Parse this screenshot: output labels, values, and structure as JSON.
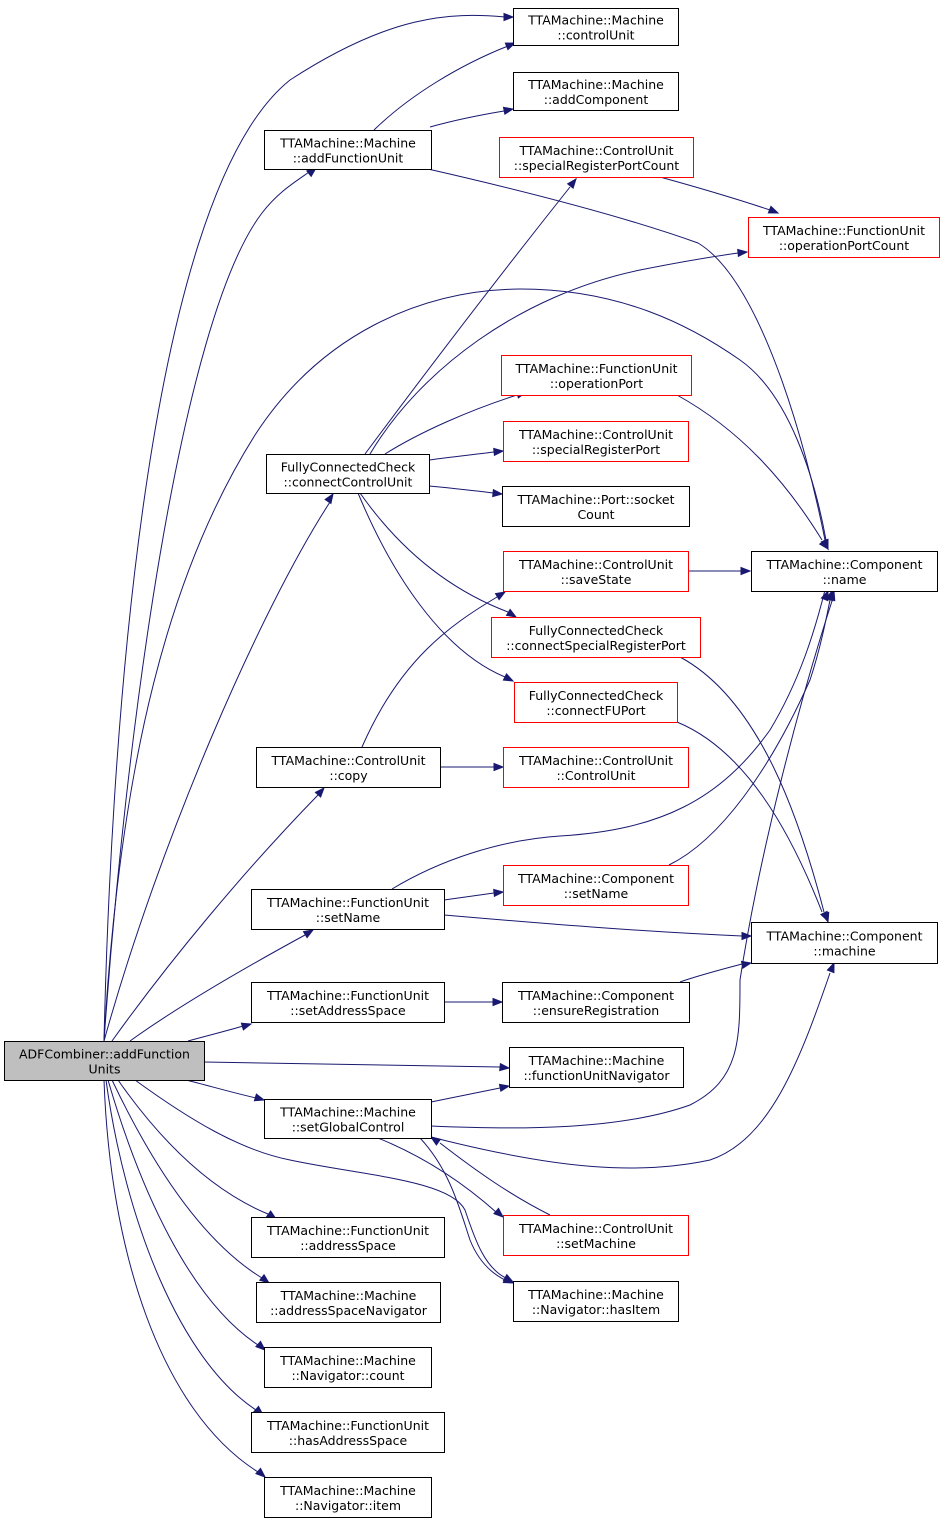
{
  "colors": {
    "edge": "#191970",
    "node_border": "#000000",
    "node_border_truncated": "#ff0000",
    "root_fill": "#bfbfbf",
    "node_fill": "#ffffff"
  },
  "nodes": {
    "root": {
      "l1": "ADFCombiner::addFunction",
      "l2": "Units"
    },
    "m_controlUnit": {
      "l1": "TTAMachine::Machine",
      "l2": "::controlUnit"
    },
    "m_addComponent": {
      "l1": "TTAMachine::Machine",
      "l2": "::addComponent"
    },
    "m_addFunctionUnit": {
      "l1": "TTAMachine::Machine",
      "l2": "::addFunctionUnit"
    },
    "cu_specialRegisterPortCount": {
      "l1": "TTAMachine::ControlUnit",
      "l2": "::specialRegisterPortCount"
    },
    "fu_operationPortCount": {
      "l1": "TTAMachine::FunctionUnit",
      "l2": "::operationPortCount"
    },
    "fu_operationPort": {
      "l1": "TTAMachine::FunctionUnit",
      "l2": "::operationPort"
    },
    "cu_specialRegisterPort": {
      "l1": "TTAMachine::ControlUnit",
      "l2": "::specialRegisterPort"
    },
    "fcc_connectControlUnit": {
      "l1": "FullyConnectedCheck",
      "l2": "::connectControlUnit"
    },
    "port_socketCount": {
      "l1": "TTAMachine::Port::socket",
      "l2": "Count"
    },
    "cu_saveState": {
      "l1": "TTAMachine::ControlUnit",
      "l2": "::saveState"
    },
    "comp_name": {
      "l1": "TTAMachine::Component",
      "l2": "::name"
    },
    "fcc_connectSpecialRegisterPort": {
      "l1": "FullyConnectedCheck",
      "l2": "::connectSpecialRegisterPort"
    },
    "fcc_connectFUPort": {
      "l1": "FullyConnectedCheck",
      "l2": "::connectFUPort"
    },
    "cu_copy": {
      "l1": "TTAMachine::ControlUnit",
      "l2": "::copy"
    },
    "cu_ControlUnit": {
      "l1": "TTAMachine::ControlUnit",
      "l2": "::ControlUnit"
    },
    "fu_setName": {
      "l1": "TTAMachine::FunctionUnit",
      "l2": "::setName"
    },
    "comp_setName": {
      "l1": "TTAMachine::Component",
      "l2": "::setName"
    },
    "comp_machine": {
      "l1": "TTAMachine::Component",
      "l2": "::machine"
    },
    "fu_setAddressSpace": {
      "l1": "TTAMachine::FunctionUnit",
      "l2": "::setAddressSpace"
    },
    "comp_ensureRegistration": {
      "l1": "TTAMachine::Component",
      "l2": "::ensureRegistration"
    },
    "m_functionUnitNavigator": {
      "l1": "TTAMachine::Machine",
      "l2": "::functionUnitNavigator"
    },
    "m_setGlobalControl": {
      "l1": "TTAMachine::Machine",
      "l2": "::setGlobalControl"
    },
    "cu_setMachine": {
      "l1": "TTAMachine::ControlUnit",
      "l2": "::setMachine"
    },
    "fu_addressSpace": {
      "l1": "TTAMachine::FunctionUnit",
      "l2": "::addressSpace"
    },
    "nav_hasItem": {
      "l1": "TTAMachine::Machine",
      "l2": "::Navigator::hasItem"
    },
    "m_addressSpaceNavigator": {
      "l1": "TTAMachine::Machine",
      "l2": "::addressSpaceNavigator"
    },
    "nav_count": {
      "l1": "TTAMachine::Machine",
      "l2": "::Navigator::count"
    },
    "fu_hasAddressSpace": {
      "l1": "TTAMachine::FunctionUnit",
      "l2": "::hasAddressSpace"
    },
    "nav_item": {
      "l1": "TTAMachine::Machine",
      "l2": "::Navigator::item"
    }
  },
  "edges": [
    [
      "root",
      "m_controlUnit"
    ],
    [
      "root",
      "m_addFunctionUnit"
    ],
    [
      "root",
      "comp_name"
    ],
    [
      "root",
      "fcc_connectControlUnit"
    ],
    [
      "root",
      "cu_copy"
    ],
    [
      "root",
      "fu_setName"
    ],
    [
      "root",
      "fu_setAddressSpace"
    ],
    [
      "root",
      "m_functionUnitNavigator"
    ],
    [
      "root",
      "m_setGlobalControl"
    ],
    [
      "root",
      "nav_hasItem"
    ],
    [
      "root",
      "fu_addressSpace"
    ],
    [
      "root",
      "m_addressSpaceNavigator"
    ],
    [
      "root",
      "nav_count"
    ],
    [
      "root",
      "fu_hasAddressSpace"
    ],
    [
      "root",
      "nav_item"
    ],
    [
      "m_addFunctionUnit",
      "m_controlUnit"
    ],
    [
      "m_addFunctionUnit",
      "m_addComponent"
    ],
    [
      "m_addFunctionUnit",
      "comp_name"
    ],
    [
      "cu_specialRegisterPortCount",
      "fu_operationPortCount"
    ],
    [
      "fcc_connectControlUnit",
      "cu_specialRegisterPortCount"
    ],
    [
      "fcc_connectControlUnit",
      "fu_operationPortCount"
    ],
    [
      "fcc_connectControlUnit",
      "fu_operationPort"
    ],
    [
      "fcc_connectControlUnit",
      "cu_specialRegisterPort"
    ],
    [
      "fcc_connectControlUnit",
      "port_socketCount"
    ],
    [
      "fcc_connectControlUnit",
      "fcc_connectSpecialRegisterPort"
    ],
    [
      "fcc_connectControlUnit",
      "fcc_connectFUPort"
    ],
    [
      "fu_operationPort",
      "comp_name"
    ],
    [
      "cu_saveState",
      "comp_name"
    ],
    [
      "fcc_connectSpecialRegisterPort",
      "comp_machine"
    ],
    [
      "fcc_connectFUPort",
      "comp_machine"
    ],
    [
      "cu_copy",
      "cu_saveState"
    ],
    [
      "cu_copy",
      "cu_ControlUnit"
    ],
    [
      "fu_setName",
      "comp_name"
    ],
    [
      "fu_setName",
      "comp_setName"
    ],
    [
      "fu_setName",
      "comp_machine"
    ],
    [
      "comp_setName",
      "comp_name"
    ],
    [
      "fu_setAddressSpace",
      "comp_ensureRegistration"
    ],
    [
      "comp_ensureRegistration",
      "comp_machine"
    ],
    [
      "m_setGlobalControl",
      "m_functionUnitNavigator"
    ],
    [
      "m_setGlobalControl",
      "comp_name"
    ],
    [
      "m_setGlobalControl",
      "comp_machine"
    ],
    [
      "m_setGlobalControl",
      "cu_setMachine"
    ],
    [
      "m_setGlobalControl",
      "nav_hasItem"
    ],
    [
      "cu_setMachine",
      "m_setGlobalControl"
    ]
  ]
}
